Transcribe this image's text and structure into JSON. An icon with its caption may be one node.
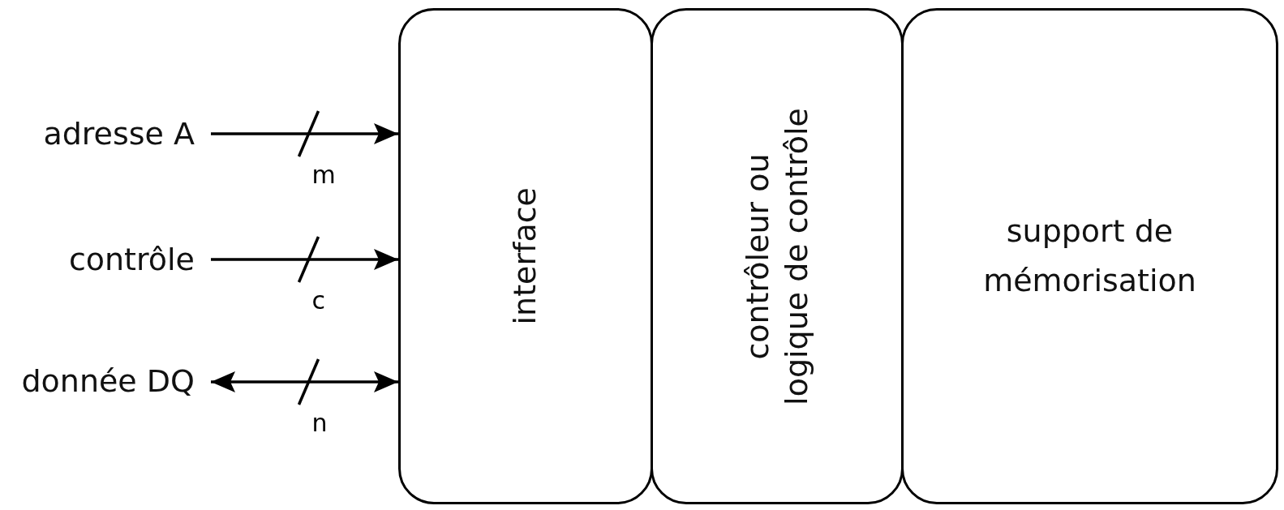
{
  "diagram": {
    "nodes": [
      {
        "text": [
          "adresse A"
        ]
      },
      {
        "text": [
          "contrôle"
        ]
      },
      {
        "text": [
          "donnée DQ"
        ]
      },
      {
        "text": [
          "interface"
        ]
      },
      {
        "text": [
          "contrôleur ou logique de contrôle"
        ]
      },
      {
        "text": [
          "support de mémorisation"
        ]
      }
    ],
    "edges": [
      {
        "from": 0,
        "to": 3,
        "arrow": "to",
        "label": "m"
      },
      {
        "from": 1,
        "to": 3,
        "arrow": "to",
        "label": "c"
      },
      {
        "from": 2,
        "to": 3,
        "arrow": "both",
        "label": "n"
      }
    ]
  }
}
